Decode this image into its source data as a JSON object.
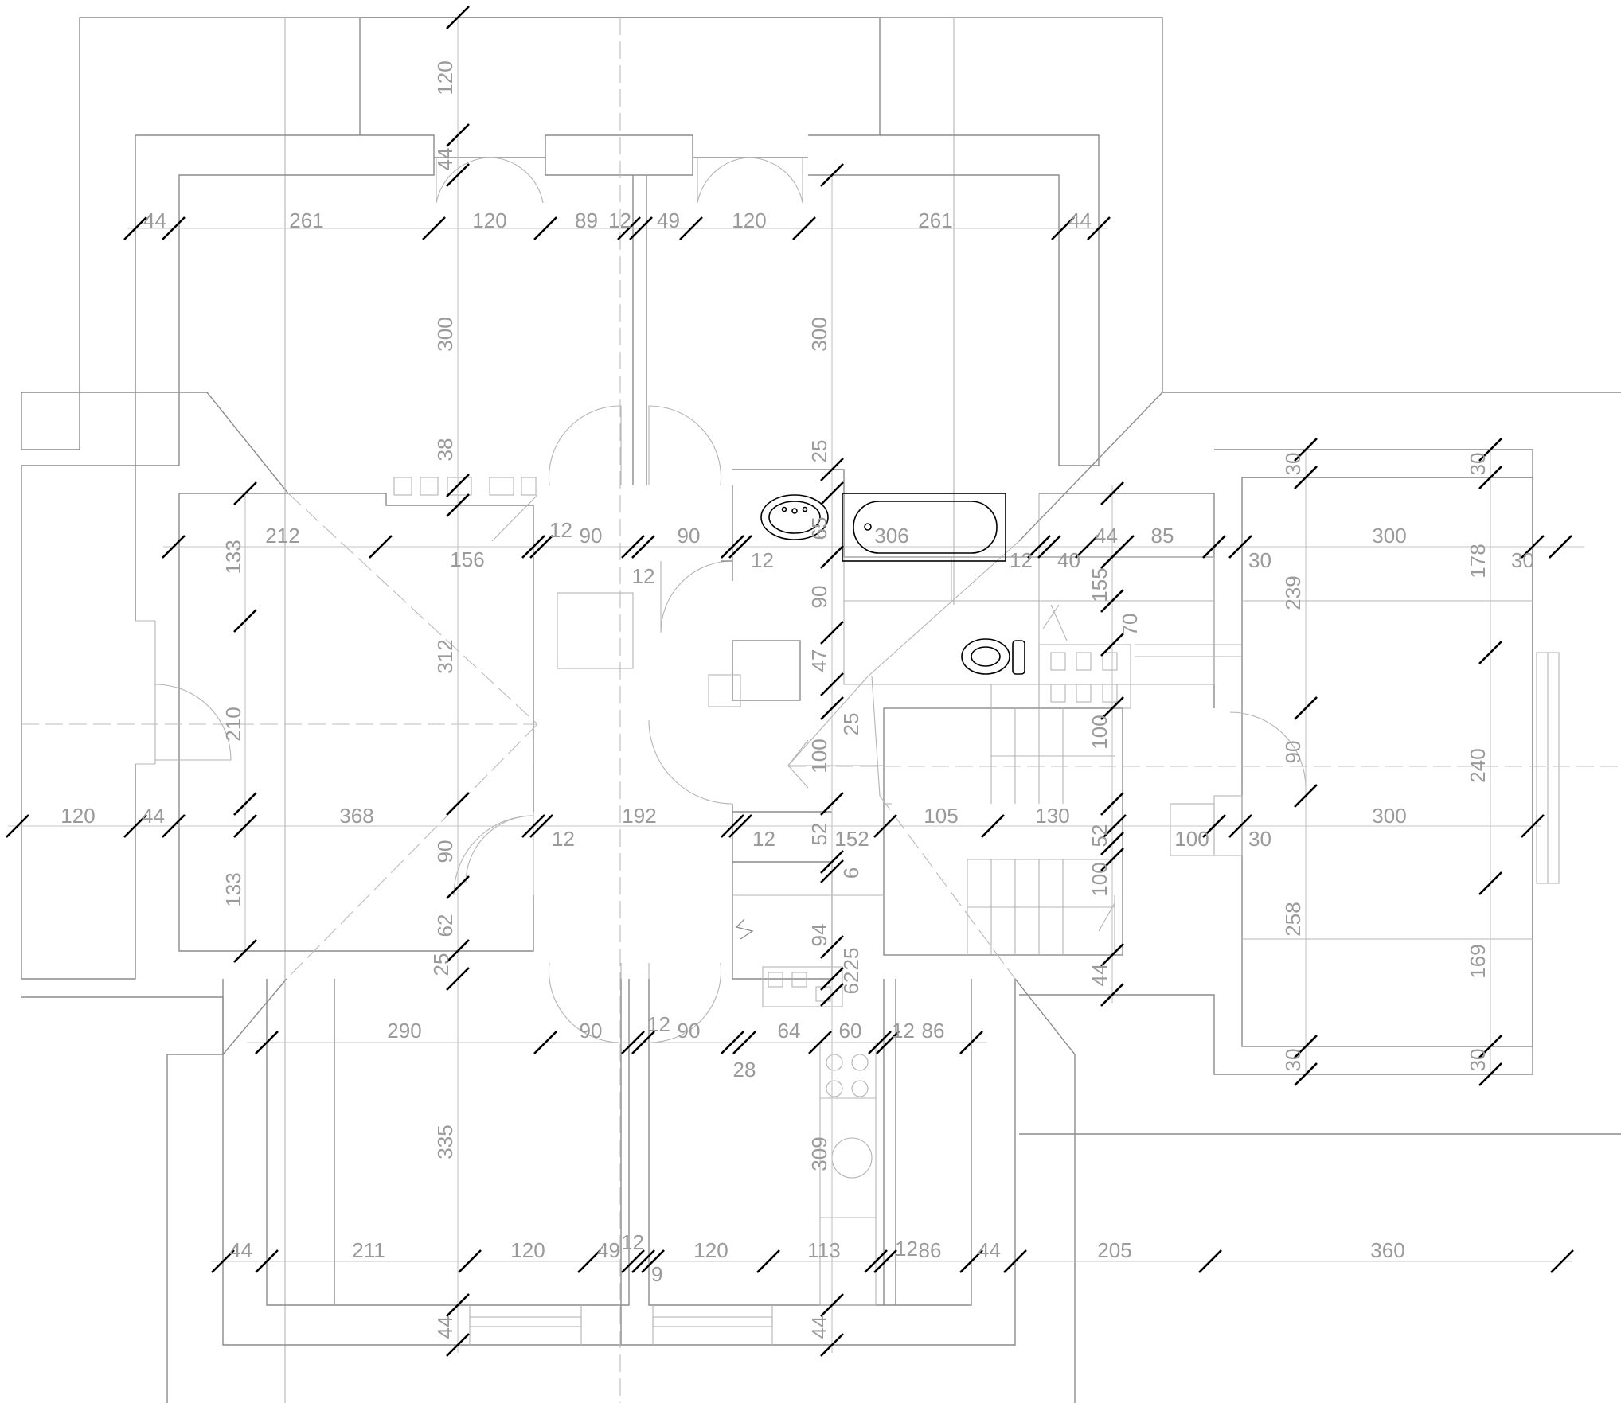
{
  "drawing": {
    "background": "#ffffff",
    "line_color": "#8c8c8c",
    "dimension_color": "#9a9a9a",
    "tick_color": "#000000"
  },
  "top_row": {
    "labels": [
      "44",
      "261",
      "120",
      "89",
      "12",
      "49",
      "120",
      "261",
      "44"
    ]
  },
  "vertical_dims": {
    "north_wing": [
      "120",
      "44",
      "300",
      "300",
      "38",
      "25"
    ],
    "left_column": [
      "133",
      "210",
      "133"
    ],
    "center_axis": [
      "312",
      "90",
      "62",
      "25",
      "335"
    ],
    "bath_stack": [
      "65",
      "90",
      "47",
      "25",
      "100",
      "52",
      "6",
      "94",
      "62",
      "25",
      "309"
    ],
    "stair_stack": [
      "155",
      "70",
      "100",
      "52",
      "100",
      "44",
      "44",
      "44"
    ],
    "east_wing": [
      "30",
      "30",
      "239",
      "178",
      "90",
      "240",
      "258",
      "169",
      "30",
      "30"
    ]
  },
  "row_518": {
    "labels": [
      "212",
      "156",
      "12",
      "90",
      "90",
      "12",
      "12",
      "306",
      "12",
      "40",
      "44",
      "85",
      "30",
      "300",
      "30"
    ]
  },
  "row_790": {
    "labels": [
      "120",
      "44",
      "368",
      "12",
      "192",
      "12",
      "152",
      "105",
      "130",
      "100",
      "30",
      "300"
    ]
  },
  "row_995": {
    "labels": [
      "290",
      "90",
      "12",
      "90",
      "64",
      "60",
      "12",
      "86",
      "28"
    ]
  },
  "row_1210": {
    "labels": [
      "44",
      "211",
      "120",
      "49",
      "12",
      "9",
      "120",
      "113",
      "12",
      "86",
      "44",
      "205",
      "360"
    ]
  }
}
